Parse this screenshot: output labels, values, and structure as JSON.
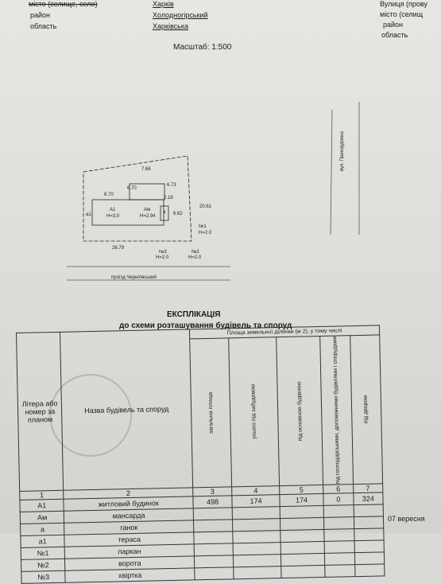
{
  "header": {
    "left": [
      "місто (селище, село)",
      "район",
      "область"
    ],
    "center": [
      "Харків",
      "Холодногірський",
      "Харківська"
    ],
    "right": [
      "Вулиця (прову",
      "місто (селищ",
      "район",
      "область"
    ]
  },
  "scale": "Масштаб: 1:500",
  "plan": {
    "street_right": "вул. Прикордонна",
    "street_bottom": "проїзд Черніг­івський",
    "dims": [
      "7.66",
      "6.70",
      "8.70",
      "6.73",
      "2.18",
      "6.62",
      "20.61",
      "26.79"
    ],
    "labels": [
      "А1",
      "Н=3.0",
      "Ам",
      "Н=2.94",
      "а",
      "а1",
      "№1",
      "Н=2.0",
      "№3",
      "Н=2.0",
      "№2",
      "Н=2.0"
    ]
  },
  "title": "ЕКСПЛІКАЦІЯ",
  "subtitle": "до схеми розташування будівель та споруд",
  "table": {
    "h_letter": "Літера або номер за планом",
    "h_name": "Назва будівель та споруд",
    "h_area": "Площа земельної ділянки (м 2), у тому числі",
    "h_cols": [
      "загальна площа",
      "усього під забудовою",
      "під основною будівлею",
      "під господарськими, допоміжними будівлями і спорудами",
      "під двором"
    ],
    "nums": [
      "1",
      "2",
      "3",
      "4",
      "5",
      "6",
      "7"
    ],
    "rows": [
      {
        "l": "А1",
        "n": "житловий будинок",
        "v": [
          "498",
          "174",
          "174",
          "0",
          "324"
        ]
      },
      {
        "l": "Ам",
        "n": "мансарда",
        "v": [
          "",
          "",
          "",
          "",
          ""
        ]
      },
      {
        "l": "а",
        "n": "ганок",
        "v": [
          "",
          "",
          "",
          "",
          ""
        ]
      },
      {
        "l": "а1",
        "n": "тераса",
        "v": [
          "",
          "",
          "",
          "",
          ""
        ]
      },
      {
        "l": "№1",
        "n": "паркан",
        "v": [
          "",
          "",
          "",
          "",
          ""
        ]
      },
      {
        "l": "№2",
        "n": "ворота",
        "v": [
          "",
          "",
          "",
          "",
          ""
        ]
      },
      {
        "l": "№3",
        "n": "хвіртка",
        "v": [
          "",
          "",
          "",
          "",
          ""
        ]
      }
    ]
  },
  "date_fragment": "07 вересня"
}
